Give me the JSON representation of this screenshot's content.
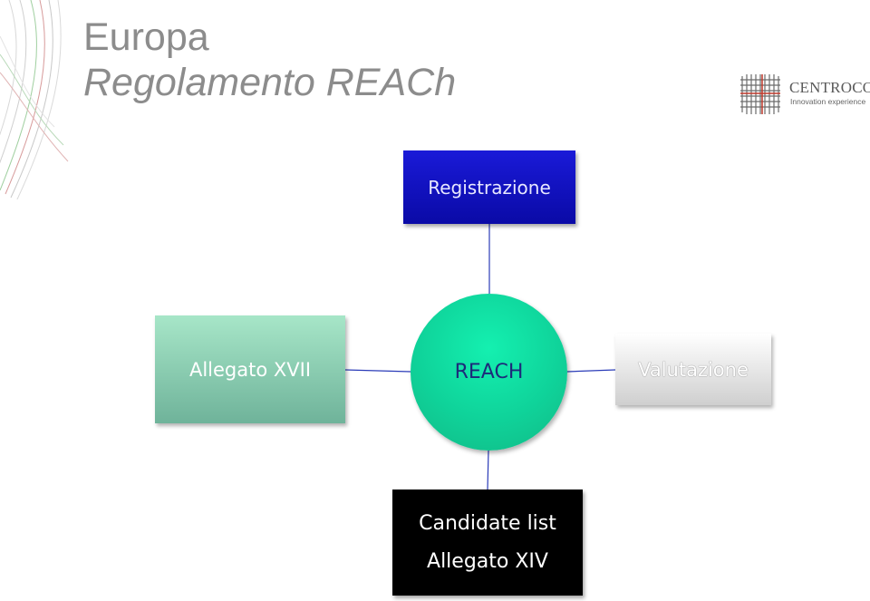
{
  "slide": {
    "title_line1": "Europa",
    "title_line2": "Regolamento REACh"
  },
  "logo": {
    "name": "CENTROCOT",
    "tagline": "Innovation experience",
    "registered": "®"
  },
  "diagram": {
    "center": "REACH",
    "top": "Registrazione",
    "left": "Allegato XVII",
    "right": "Valutazione",
    "bottom_line1": "Candidate list",
    "bottom_line2": "Allegato XIV"
  },
  "colors": {
    "title": "#8c8c8c",
    "registrazione_fill": "#0f0fc4",
    "allegato17_fill": "#8fd4b4",
    "reach_fill": "#0fd39a",
    "valutazione_fill": "#e6e6e6",
    "candidate_fill": "#000000",
    "connector": "#2a3bb8"
  }
}
